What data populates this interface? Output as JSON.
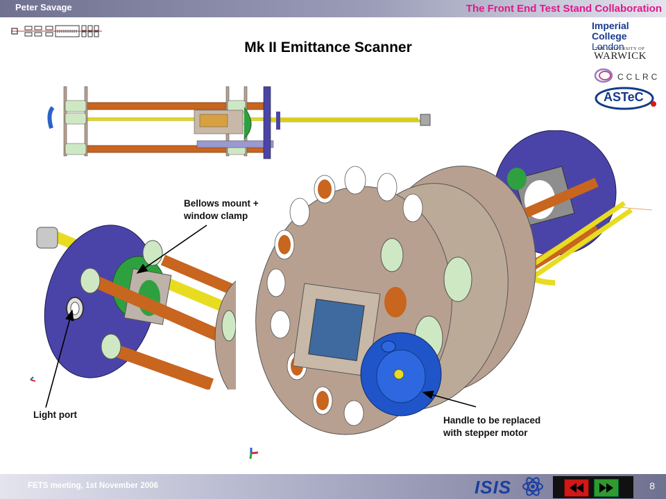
{
  "header": {
    "author": "Peter Savage",
    "collaboration": "The Front End Test Stand Collaboration"
  },
  "slide": {
    "title": "Mk II Emittance Scanner",
    "labels": {
      "bellows": "Bellows mount +\nwindow clamp",
      "light_port": "Light port",
      "handle": "Handle to be replaced\nwith stepper motor"
    }
  },
  "logos": {
    "imperial_line1": "Imperial College",
    "imperial_line2": "London",
    "warwick_small": "THE UNIVERSITY OF",
    "warwick": "WARWICK",
    "cclrc": "CCLRC",
    "astec": "ASTeC"
  },
  "footer": {
    "meeting": "FETS meeting, 1st November 2006",
    "page_number": "8",
    "isis": "ISIS",
    "nav": {
      "back_icon": "rewind-icon",
      "forward_icon": "fast-forward-icon"
    }
  },
  "colors": {
    "collaboration_text": "#e0188a",
    "copper_rod": "#c8651f",
    "flange_blue": "#4b44a8",
    "nav_back": "#d01818",
    "nav_forward": "#2f9a2f"
  }
}
